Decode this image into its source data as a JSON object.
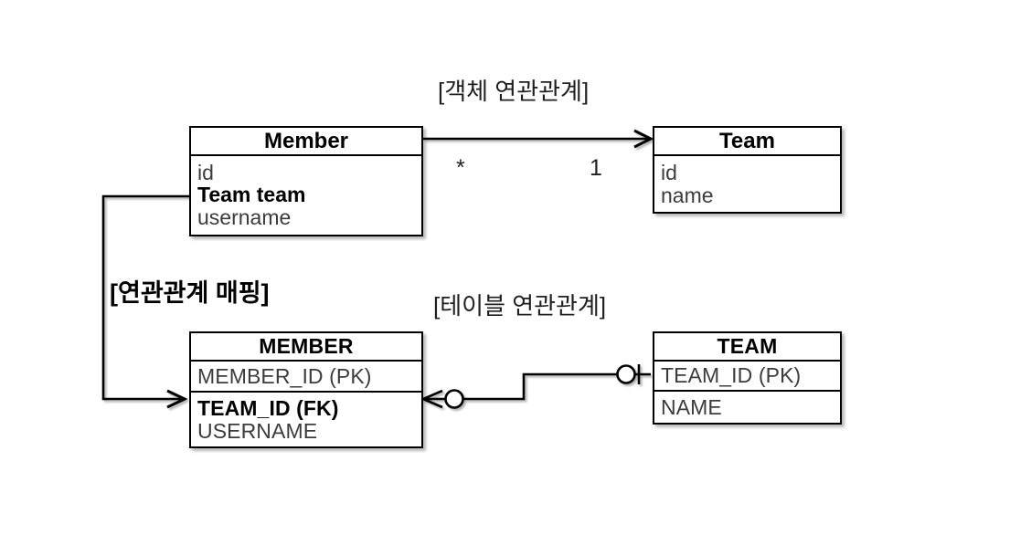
{
  "diagram": {
    "title_object": "[객체 연관관계]",
    "title_table": "[테이블 연관관계]",
    "title_mapping": "[연관관계 매핑]",
    "multiplicity": {
      "many": "*",
      "one": "1"
    },
    "object_model": {
      "member": {
        "name": "Member",
        "fields": [
          {
            "label": "id",
            "bold": false
          },
          {
            "label": "Team team",
            "bold": true
          },
          {
            "label": "username",
            "bold": false
          }
        ]
      },
      "team": {
        "name": "Team",
        "fields": [
          {
            "label": "id",
            "bold": false
          },
          {
            "label": "name",
            "bold": false
          }
        ]
      }
    },
    "table_model": {
      "member": {
        "name": "MEMBER",
        "pk": "MEMBER_ID (PK)",
        "fields": [
          {
            "label": "TEAM_ID (FK)",
            "bold": true
          },
          {
            "label": "USERNAME",
            "bold": false
          }
        ]
      },
      "team": {
        "name": "TEAM",
        "pk": "TEAM_ID (PK)",
        "fields": [
          {
            "label": "NAME",
            "bold": false
          }
        ]
      }
    },
    "connectors": {
      "object_assoc": "member-to-team-arrow",
      "table_assoc": "member-to-team-crowsfoot",
      "mapping": "team-field-to-fk-column-arrow"
    },
    "colors": {
      "stroke": "#000000",
      "text": "#1a1a1a",
      "field_text": "#3c3c3c",
      "background": "#ffffff"
    }
  }
}
